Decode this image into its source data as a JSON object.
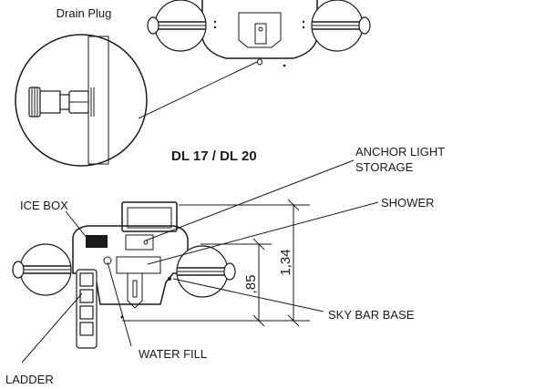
{
  "labels": {
    "drain_plug": "Drain Plug",
    "model_title": "DL 17 / DL 20",
    "anchor_light": [
      "ANCHOR LIGHT",
      "STORAGE"
    ],
    "ice_box": "ICE BOX",
    "shower": "SHOWER",
    "sky_bar_base": "SKY BAR BASE",
    "water_fill": "WATER FILL",
    "ladder": "LADDER"
  },
  "dimensions": {
    "overall_height": "1,34",
    "body_height": ",85"
  },
  "colors": {
    "line": "#1a1a1a",
    "background": "#ffffff"
  }
}
